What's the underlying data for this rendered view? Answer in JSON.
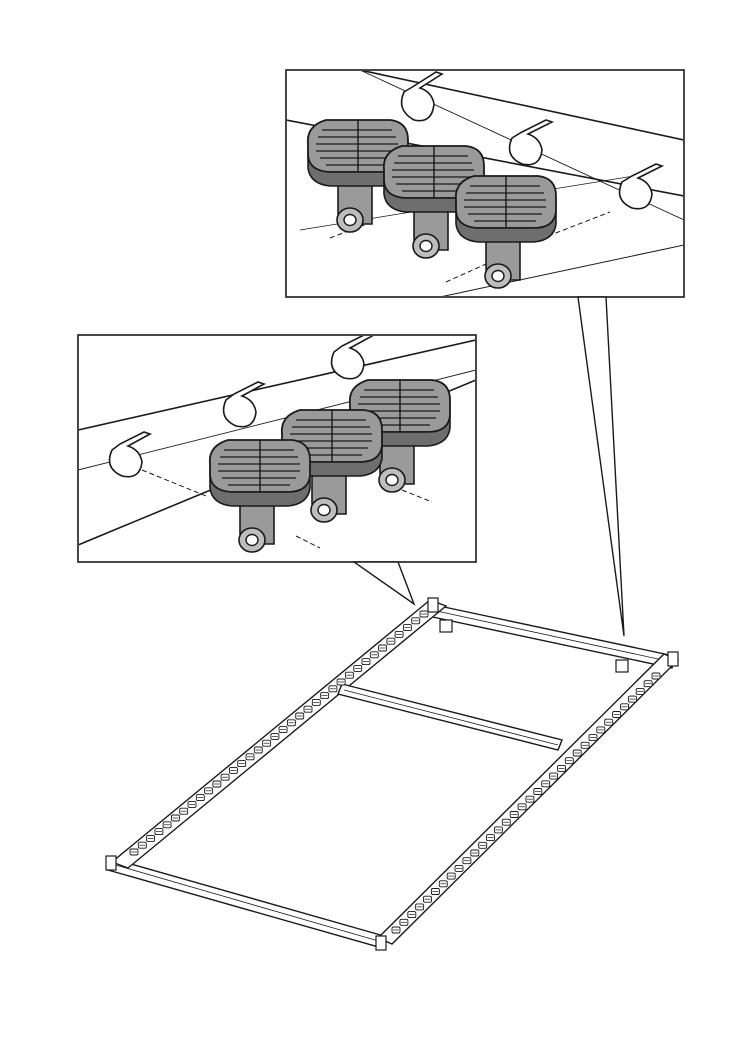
{
  "figure": {
    "type": "assembly-instruction-illustration",
    "subject": "bed-frame-with-slat-holders",
    "callouts": [
      {
        "id": "detail-right-rail",
        "shows": "slat-holder-clips-on-rail"
      },
      {
        "id": "detail-left-rail",
        "shows": "slat-holder-clips-on-rail"
      }
    ]
  },
  "colors": {
    "background": "#ffffff",
    "line": "#1a1a1a",
    "part_fill": "#9a9a9a",
    "part_dark": "#6e6e6e",
    "part_light": "#bdbdbd"
  }
}
